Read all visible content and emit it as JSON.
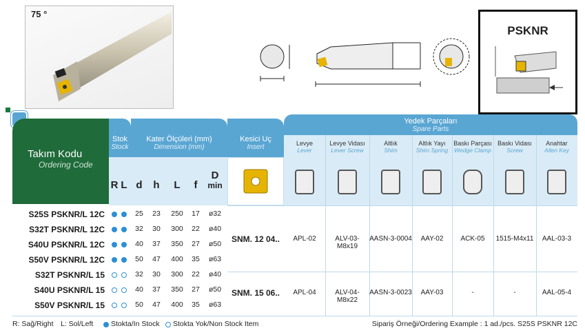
{
  "angle_label": "75 °",
  "profile_code": "PSKNR",
  "table": {
    "ordering_code_tr": "Takım Kodu",
    "ordering_code_en": "Ordering Code",
    "stock_tr": "Stok",
    "stock_en": "Stock",
    "dimension_tr": "Kater Ölçüleri (mm)",
    "dimension_en": "Dimension (mm)",
    "insert_tr": "Kesici Uç",
    "insert_en": "Insert",
    "spare_tr": "Yedek Parçaları",
    "spare_en": "Spare Parts",
    "col_R": "R",
    "col_L": "L",
    "col_d": "d",
    "col_h": "h",
    "col_Lc": "L",
    "col_f": "f",
    "col_D": "D",
    "col_min": "min",
    "parts": [
      {
        "tr": "Levye",
        "en": "Lever"
      },
      {
        "tr": "Levye Vidası",
        "en": "Lever Screw"
      },
      {
        "tr": "Altlık",
        "en": "Shim"
      },
      {
        "tr": "Altlık Yayı",
        "en": "Shim Spring"
      },
      {
        "tr": "Baskı Parçası",
        "en": "Wedge Clamp"
      },
      {
        "tr": "Baskı Vidası",
        "en": "Screw"
      },
      {
        "tr": "Anahtar",
        "en": "Allen Key"
      }
    ],
    "rows": [
      {
        "code": "S25S PSKNR/L 12C",
        "stock": "full",
        "d": "25",
        "h": "23",
        "L": "250",
        "f": "17",
        "D": "ø32"
      },
      {
        "code": "S32T PSKNR/L 12C",
        "stock": "full",
        "d": "32",
        "h": "30",
        "L": "300",
        "f": "22",
        "D": "ø40"
      },
      {
        "code": "S40U PSKNR/L 12C",
        "stock": "full",
        "d": "40",
        "h": "37",
        "L": "350",
        "f": "27",
        "D": "ø50"
      },
      {
        "code": "S50V PSKNR/L 12C",
        "stock": "full",
        "d": "50",
        "h": "47",
        "L": "400",
        "f": "35",
        "D": "ø63"
      },
      {
        "code": "S32T PSKNR/L 15",
        "stock": "empty",
        "d": "32",
        "h": "30",
        "L": "300",
        "f": "22",
        "D": "ø40"
      },
      {
        "code": "S40U PSKNR/L 15",
        "stock": "empty",
        "d": "40",
        "h": "37",
        "L": "350",
        "f": "27",
        "D": "ø50"
      },
      {
        "code": "S50V PSKNR/L 15",
        "stock": "empty",
        "d": "50",
        "h": "47",
        "L": "400",
        "f": "35",
        "D": "ø63"
      }
    ],
    "groups": [
      {
        "insert": "SNM. 12 04..",
        "parts": [
          "APL-02",
          "ALV-03-M8x19",
          "AASN-3-0004",
          "AAY-02",
          "ACK-05",
          "1515-M4x11",
          "AAL-03-3"
        ]
      },
      {
        "insert": "SNM. 15 06..",
        "parts": [
          "APL-04",
          "ALV-04-M8x22",
          "AASN-3-0023",
          "AAY-03",
          "-",
          "-",
          "AAL-05-4"
        ]
      }
    ]
  },
  "footer": {
    "legend_r": "R: Sağ/Right",
    "legend_l": "L: Sol/Left",
    "legend_stock": "Stokta/In Stock",
    "legend_nonstock": "Stokta Yok/Non Stock Item",
    "example": "Sipariş Örneği/Ordering Example : 1 ad./pcs. S25S PSKNR 12C"
  },
  "colors": {
    "accent_blue": "#5aa6d3",
    "header_green": "#1f6b3a",
    "stock_dot": "#2c8fd6",
    "insert_gold": "#e6b400"
  }
}
